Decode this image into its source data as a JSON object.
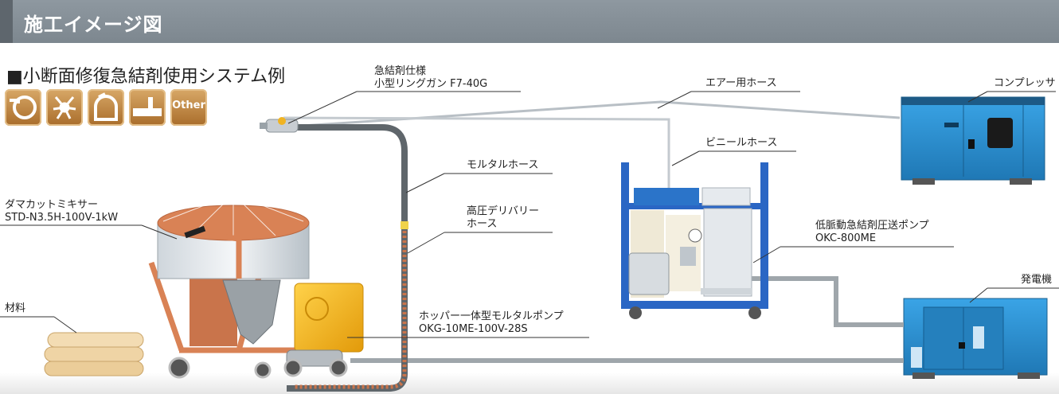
{
  "header": {
    "title": "施工イメージ図"
  },
  "subtitle": "■小断面修復急結剤使用システム例",
  "icons": [
    {
      "name": "circular-section-icon"
    },
    {
      "name": "fan-section-icon"
    },
    {
      "name": "horseshoe-section-icon"
    },
    {
      "name": "pipe-section-icon"
    },
    {
      "name": "other-section-icon",
      "label": "Other"
    }
  ],
  "labels": {
    "accelerator_spec_line1": "急結剤仕様",
    "accelerator_spec_line2": "小型リングガン F7-40G",
    "air_hose": "エアー用ホース",
    "compressor": "コンプレッサ",
    "vinyl_hose": "ビニールホース",
    "mortar_hose": "モルタルホース",
    "delivery_hose_line1": "高圧デリバリー",
    "delivery_hose_line2": "ホース",
    "mixer_line1": "ダマカットミキサー",
    "mixer_line2": "STD-N3.5H-100V-1kW",
    "low_pulse_pump_line1": "低脈動急結剤圧送ポンプ",
    "low_pulse_pump_line2": "OKC-800ME",
    "generator": "発電機",
    "material": "材料",
    "mortar_pump_line1": "ホッパー一体型モルタルポンプ",
    "mortar_pump_line2": "OKG-10ME-100V-28S"
  },
  "colors": {
    "header_bg": "#8e98a0",
    "icon_brown": "#b87a36",
    "machine_blue": "#2a8fd0",
    "pump_yellow": "#f2b417",
    "mixer_copper": "#d98255"
  }
}
